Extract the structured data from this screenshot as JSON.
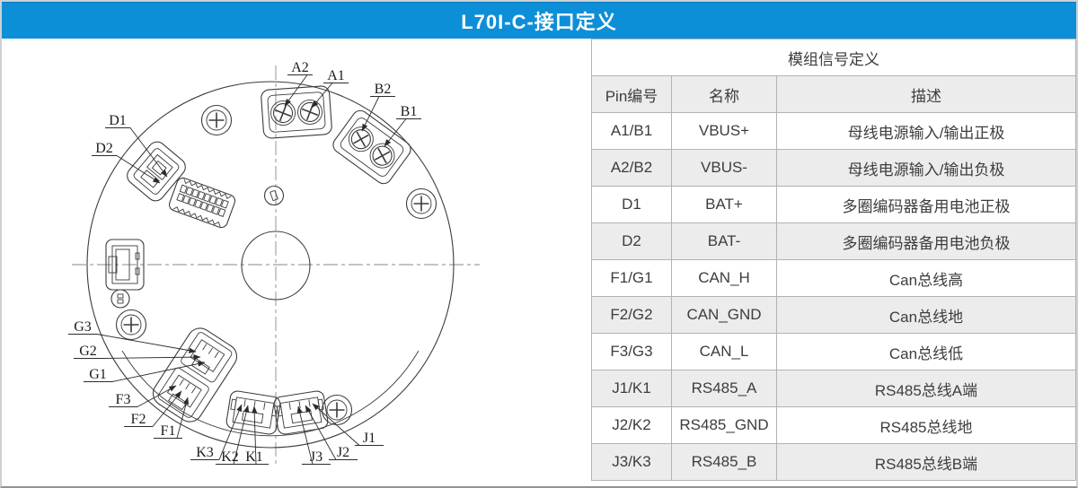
{
  "header": {
    "title": "L70I-C-接口定义"
  },
  "colors": {
    "accent_blue": "#0d8fd8",
    "row_stripe": "#ececec",
    "table_border": "#b2b2b2",
    "line_color": "#3c3c3c"
  },
  "diagram": {
    "labels": [
      "A2",
      "A1",
      "B2",
      "B1",
      "D1",
      "D2",
      "G3",
      "G2",
      "G1",
      "F3",
      "F2",
      "F1",
      "K3",
      "K2",
      "K1",
      "J3",
      "J2",
      "J1"
    ],
    "features": [
      "power-terminal-a",
      "power-terminal-b",
      "battery-connector-d",
      "pin-header-grid",
      "side-connector",
      "can-connector-fg",
      "rs485-connector-k",
      "rs485-connector-j",
      "mounting-screws",
      "center-hole"
    ]
  },
  "table": {
    "title": "模组信号定义",
    "columns": [
      "Pin编号",
      "名称",
      "描述"
    ],
    "rows": [
      [
        "A1/B1",
        "VBUS+",
        "母线电源输入/输出正极"
      ],
      [
        "A2/B2",
        "VBUS-",
        "母线电源输入/输出负极"
      ],
      [
        "D1",
        "BAT+",
        "多圈编码器备用电池正极"
      ],
      [
        "D2",
        "BAT-",
        "多圈编码器备用电池负极"
      ],
      [
        "F1/G1",
        "CAN_H",
        "Can总线高"
      ],
      [
        "F2/G2",
        "CAN_GND",
        "Can总线地"
      ],
      [
        "F3/G3",
        "CAN_L",
        "Can总线低"
      ],
      [
        "J1/K1",
        "RS485_A",
        "RS485总线A端"
      ],
      [
        "J2/K2",
        "RS485_GND",
        "RS485总线地"
      ],
      [
        "J3/K3",
        "RS485_B",
        "RS485总线B端"
      ]
    ]
  }
}
